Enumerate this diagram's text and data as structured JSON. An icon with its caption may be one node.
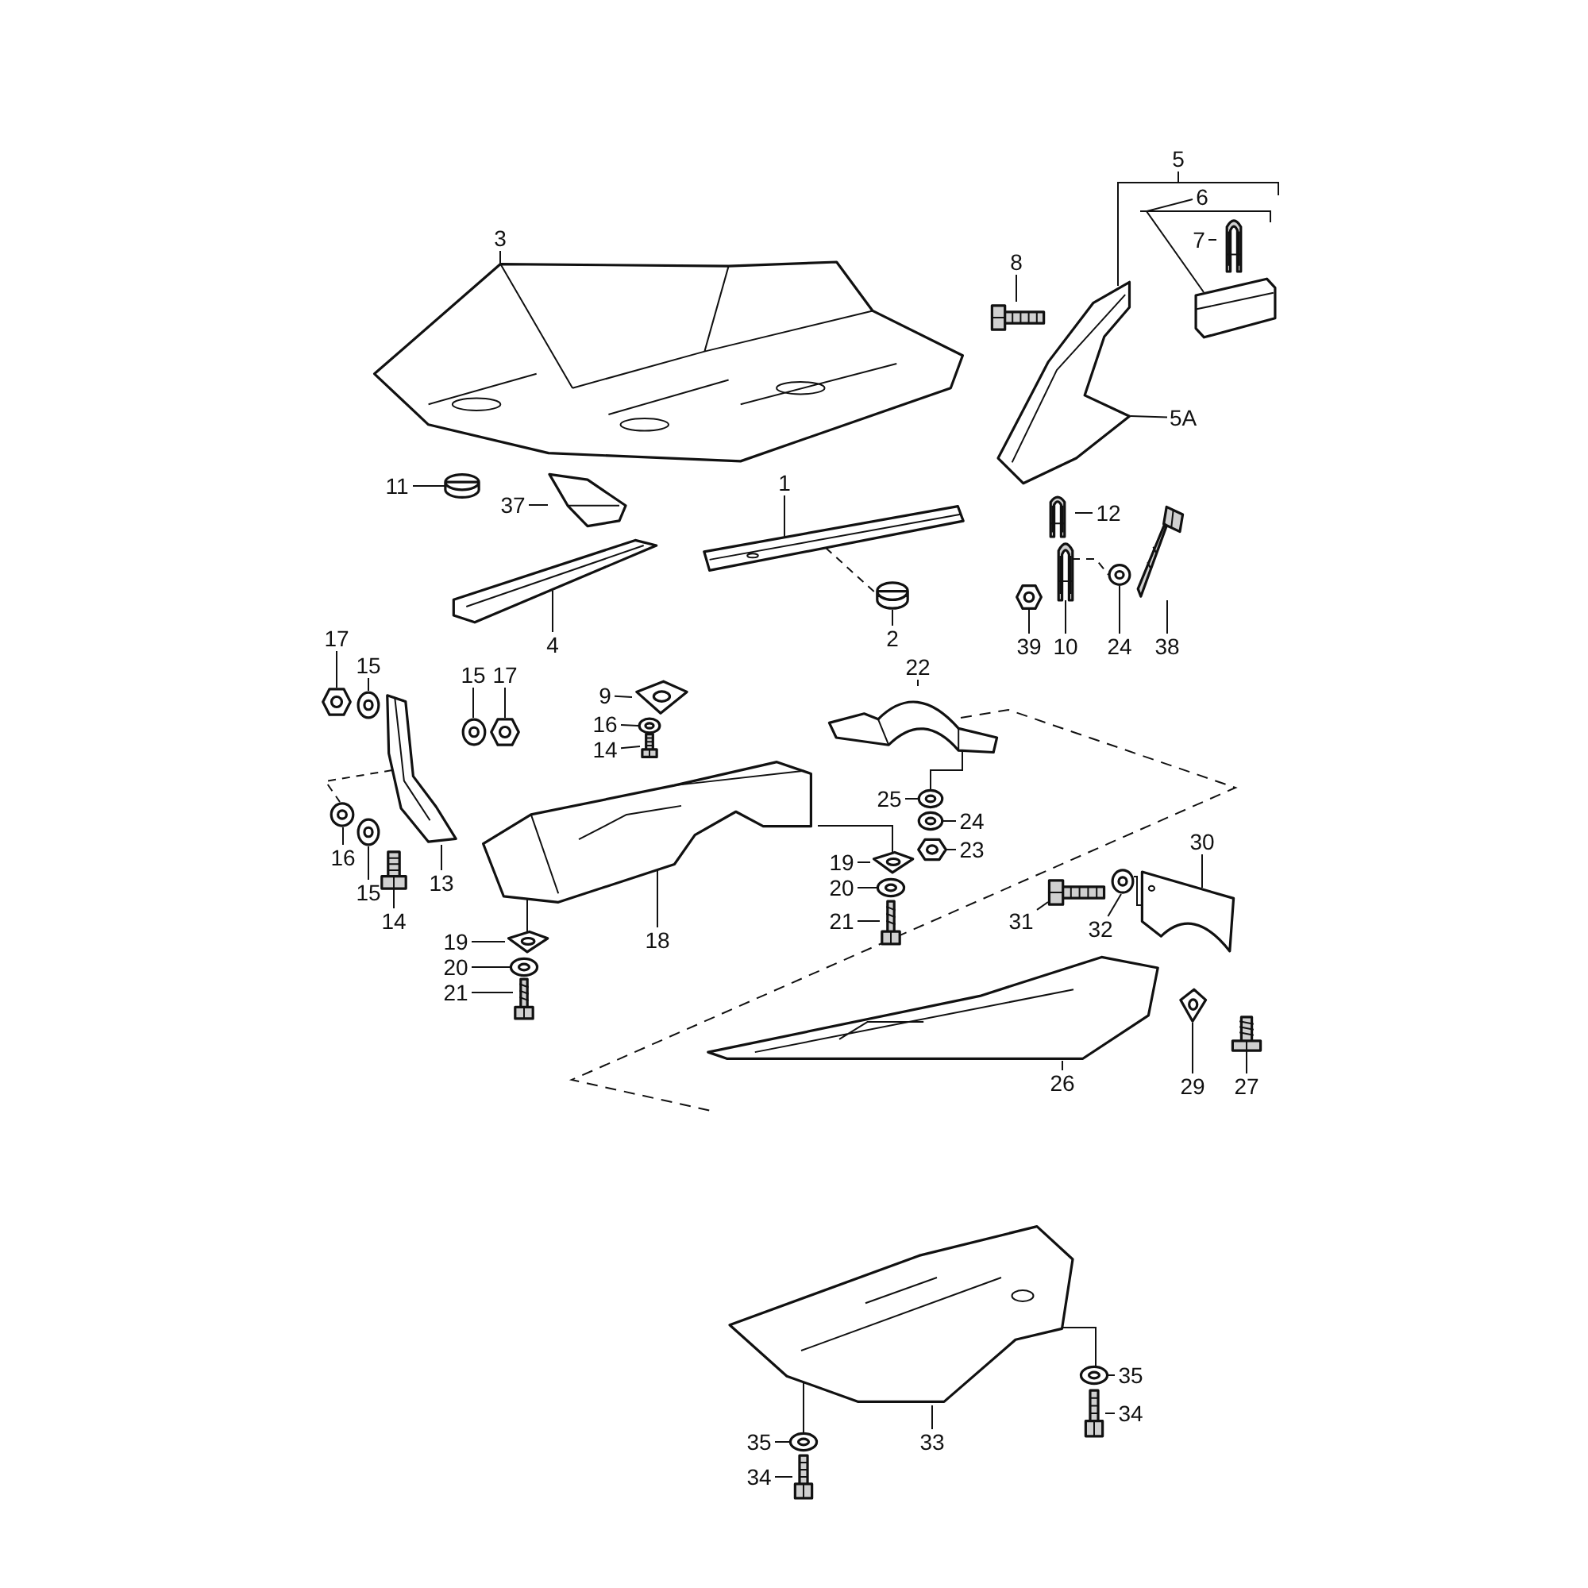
{
  "diagram": {
    "nodes": [
      {
        "text": [
          "3"
        ]
      },
      {
        "text": [],
        "shape": "picture"
      },
      {
        "text": [
          "8"
        ]
      },
      {
        "text": [],
        "shape": "picture"
      },
      {
        "text": [
          "5"
        ]
      },
      {
        "text": [],
        "shape": "picture"
      },
      {
        "text": [
          "6"
        ]
      },
      {
        "text": [],
        "shape": "picture"
      },
      {
        "text": [
          "7"
        ]
      },
      {
        "text": [],
        "shape": "picture"
      },
      {
        "text": [
          "5A"
        ]
      },
      {
        "text": [
          "11"
        ]
      },
      {
        "text": [],
        "shape": "cylinder"
      },
      {
        "text": [
          "37"
        ]
      },
      {
        "text": [],
        "shape": "picture"
      },
      {
        "text": [
          "1"
        ]
      },
      {
        "text": [],
        "shape": "picture"
      },
      {
        "text": [
          "4"
        ]
      },
      {
        "text": [],
        "shape": "picture"
      },
      {
        "text": [
          "2"
        ]
      },
      {
        "text": [],
        "shape": "cylinder"
      },
      {
        "text": [
          "12"
        ]
      },
      {
        "text": [],
        "shape": "picture"
      },
      {
        "text": [
          "39"
        ]
      },
      {
        "text": [],
        "shape": "hexagon"
      },
      {
        "text": [
          "10"
        ]
      },
      {
        "text": [],
        "shape": "picture"
      },
      {
        "text": [
          "24"
        ]
      },
      {
        "text": [],
        "shape": "circle"
      },
      {
        "text": [
          "38"
        ]
      },
      {
        "text": [],
        "shape": "picture"
      },
      {
        "text": [
          "17"
        ]
      },
      {
        "text": [],
        "shape": "hexagon"
      },
      {
        "text": [
          "15"
        ]
      },
      {
        "text": [],
        "shape": "circle"
      },
      {
        "text": [
          "15"
        ]
      },
      {
        "text": [],
        "shape": "circle"
      },
      {
        "text": [
          "17"
        ]
      },
      {
        "text": [],
        "shape": "hexagon"
      },
      {
        "text": [
          "16"
        ]
      },
      {
        "text": [],
        "shape": "circle"
      },
      {
        "text": [
          "15"
        ]
      },
      {
        "text": [],
        "shape": "circle"
      },
      {
        "text": [
          "14"
        ]
      },
      {
        "text": [],
        "shape": "picture"
      },
      {
        "text": [
          "13"
        ]
      },
      {
        "text": [],
        "shape": "picture"
      },
      {
        "text": [
          "9"
        ]
      },
      {
        "text": [],
        "shape": "diamond"
      },
      {
        "text": [
          "16"
        ]
      },
      {
        "text": [],
        "shape": "circle"
      },
      {
        "text": [
          "14"
        ]
      },
      {
        "text": [],
        "shape": "picture"
      },
      {
        "text": [
          "22"
        ]
      },
      {
        "text": [],
        "shape": "picture"
      },
      {
        "text": [
          "25"
        ]
      },
      {
        "text": [],
        "shape": "circle"
      },
      {
        "text": [
          "24"
        ]
      },
      {
        "text": [],
        "shape": "circle"
      },
      {
        "text": [
          "23"
        ]
      },
      {
        "text": [],
        "shape": "hexagon"
      },
      {
        "text": [
          "19"
        ]
      },
      {
        "text": [],
        "shape": "diamond"
      },
      {
        "text": [
          "20"
        ]
      },
      {
        "text": [],
        "shape": "circle"
      },
      {
        "text": [
          "21"
        ]
      },
      {
        "text": [],
        "shape": "picture"
      },
      {
        "text": [
          "18"
        ]
      },
      {
        "text": [],
        "shape": "picture"
      },
      {
        "text": [
          "19"
        ]
      },
      {
        "text": [],
        "shape": "diamond"
      },
      {
        "text": [
          "20"
        ]
      },
      {
        "text": [],
        "shape": "circle"
      },
      {
        "text": [
          "21"
        ]
      },
      {
        "text": [],
        "shape": "picture"
      },
      {
        "text": [
          "31"
        ]
      },
      {
        "text": [],
        "shape": "picture"
      },
      {
        "text": [
          "32"
        ]
      },
      {
        "text": [],
        "shape": "circle"
      },
      {
        "text": [
          "30"
        ]
      },
      {
        "text": [],
        "shape": "picture"
      },
      {
        "text": [
          "26"
        ]
      },
      {
        "text": [],
        "shape": "picture"
      },
      {
        "text": [
          "29"
        ]
      },
      {
        "text": [],
        "shape": "diamond"
      },
      {
        "text": [
          "27"
        ]
      },
      {
        "text": [],
        "shape": "picture"
      },
      {
        "text": [
          "35"
        ]
      },
      {
        "text": [],
        "shape": "circle"
      },
      {
        "text": [
          "34"
        ]
      },
      {
        "text": [],
        "shape": "picture"
      },
      {
        "text": [
          "33"
        ]
      },
      {
        "text": [],
        "shape": "picture"
      },
      {
        "text": [
          "35"
        ]
      },
      {
        "text": [],
        "shape": "circle"
      },
      {
        "text": [
          "34"
        ]
      },
      {
        "text": [],
        "shape": "picture"
      }
    ],
    "edges": [
      {
        "from": 0,
        "to": 1,
        "arrow": "none"
      },
      {
        "from": 2,
        "to": 3,
        "arrow": "none"
      },
      {
        "from": 4,
        "to": 5,
        "arrow": "none"
      },
      {
        "from": 6,
        "to": 7,
        "arrow": "none"
      },
      {
        "from": 8,
        "to": 9,
        "arrow": "none"
      },
      {
        "from": 10,
        "to": 5,
        "arrow": "none"
      },
      {
        "from": 11,
        "to": 12,
        "arrow": "none"
      },
      {
        "from": 13,
        "to": 14,
        "arrow": "none"
      },
      {
        "from": 15,
        "to": 16,
        "arrow": "none"
      },
      {
        "from": 17,
        "to": 18,
        "arrow": "none"
      },
      {
        "from": 19,
        "to": 20,
        "arrow": "none"
      },
      {
        "from": 21,
        "to": 22,
        "arrow": "none"
      },
      {
        "from": 23,
        "to": 24,
        "arrow": "none"
      },
      {
        "from": 25,
        "to": 26,
        "arrow": "none"
      },
      {
        "from": 27,
        "to": 28,
        "arrow": "none"
      },
      {
        "from": 29,
        "to": 30,
        "arrow": "none"
      },
      {
        "from": 31,
        "to": 32,
        "arrow": "none"
      },
      {
        "from": 33,
        "to": 34,
        "arrow": "none"
      },
      {
        "from": 35,
        "to": 36,
        "arrow": "none"
      },
      {
        "from": 37,
        "to": 38,
        "arrow": "none"
      },
      {
        "from": 39,
        "to": 40,
        "arrow": "none"
      },
      {
        "from": 41,
        "to": 42,
        "arrow": "none"
      },
      {
        "from": 43,
        "to": 44,
        "arrow": "none"
      },
      {
        "from": 45,
        "to": 46,
        "arrow": "none"
      },
      {
        "from": 47,
        "to": 48,
        "arrow": "none"
      },
      {
        "from": 49,
        "to": 50,
        "arrow": "none"
      },
      {
        "from": 51,
        "to": 52,
        "arrow": "none"
      },
      {
        "from": 53,
        "to": 54,
        "arrow": "none"
      },
      {
        "from": 55,
        "to": 56,
        "arrow": "none"
      },
      {
        "from": 57,
        "to": 58,
        "arrow": "none"
      },
      {
        "from": 59,
        "to": 60,
        "arrow": "none"
      },
      {
        "from": 61,
        "to": 62,
        "arrow": "none"
      },
      {
        "from": 63,
        "to": 64,
        "arrow": "none"
      },
      {
        "from": 65,
        "to": 66,
        "arrow": "none"
      },
      {
        "from": 67,
        "to": 68,
        "arrow": "none"
      },
      {
        "from": 69,
        "to": 70,
        "arrow": "none"
      },
      {
        "from": 71,
        "to": 72,
        "arrow": "none"
      },
      {
        "from": 73,
        "to": 74,
        "arrow": "none"
      },
      {
        "from": 75,
        "to": 76,
        "arrow": "none"
      },
      {
        "from": 77,
        "to": 78,
        "arrow": "none"
      },
      {
        "from": 79,
        "to": 80,
        "arrow": "none"
      },
      {
        "from": 81,
        "to": 82,
        "arrow": "none"
      },
      {
        "from": 83,
        "to": 84,
        "arrow": "none"
      },
      {
        "from": 85,
        "to": 86,
        "arrow": "none"
      },
      {
        "from": 87,
        "to": 88,
        "arrow": "none"
      },
      {
        "from": 89,
        "to": 90,
        "arrow": "none"
      },
      {
        "from": 91,
        "to": 92,
        "arrow": "none"
      },
      {
        "from": 93,
        "to": 94,
        "arrow": "none"
      },
      {
        "from": 95,
        "to": 96,
        "arrow": "none"
      },
      {
        "from": 16,
        "to": 20,
        "arrow": "none",
        "style": "dashed"
      },
      {
        "from": 26,
        "to": 28,
        "arrow": "none",
        "style": "dashed"
      },
      {
        "from": 46,
        "to": 40,
        "arrow": "none",
        "style": "dashed"
      },
      {
        "from": 80,
        "to": 78,
        "arrow": "none"
      },
      {
        "from": 54,
        "to": 56,
        "arrow": "none"
      },
      {
        "from": 68,
        "to": 62,
        "arrow": "none"
      },
      {
        "from": 68,
        "to": 70,
        "arrow": "none"
      },
      {
        "from": 92,
        "to": 88,
        "arrow": "none"
      },
      {
        "from": 92,
        "to": 94,
        "arrow": "none"
      }
    ]
  }
}
